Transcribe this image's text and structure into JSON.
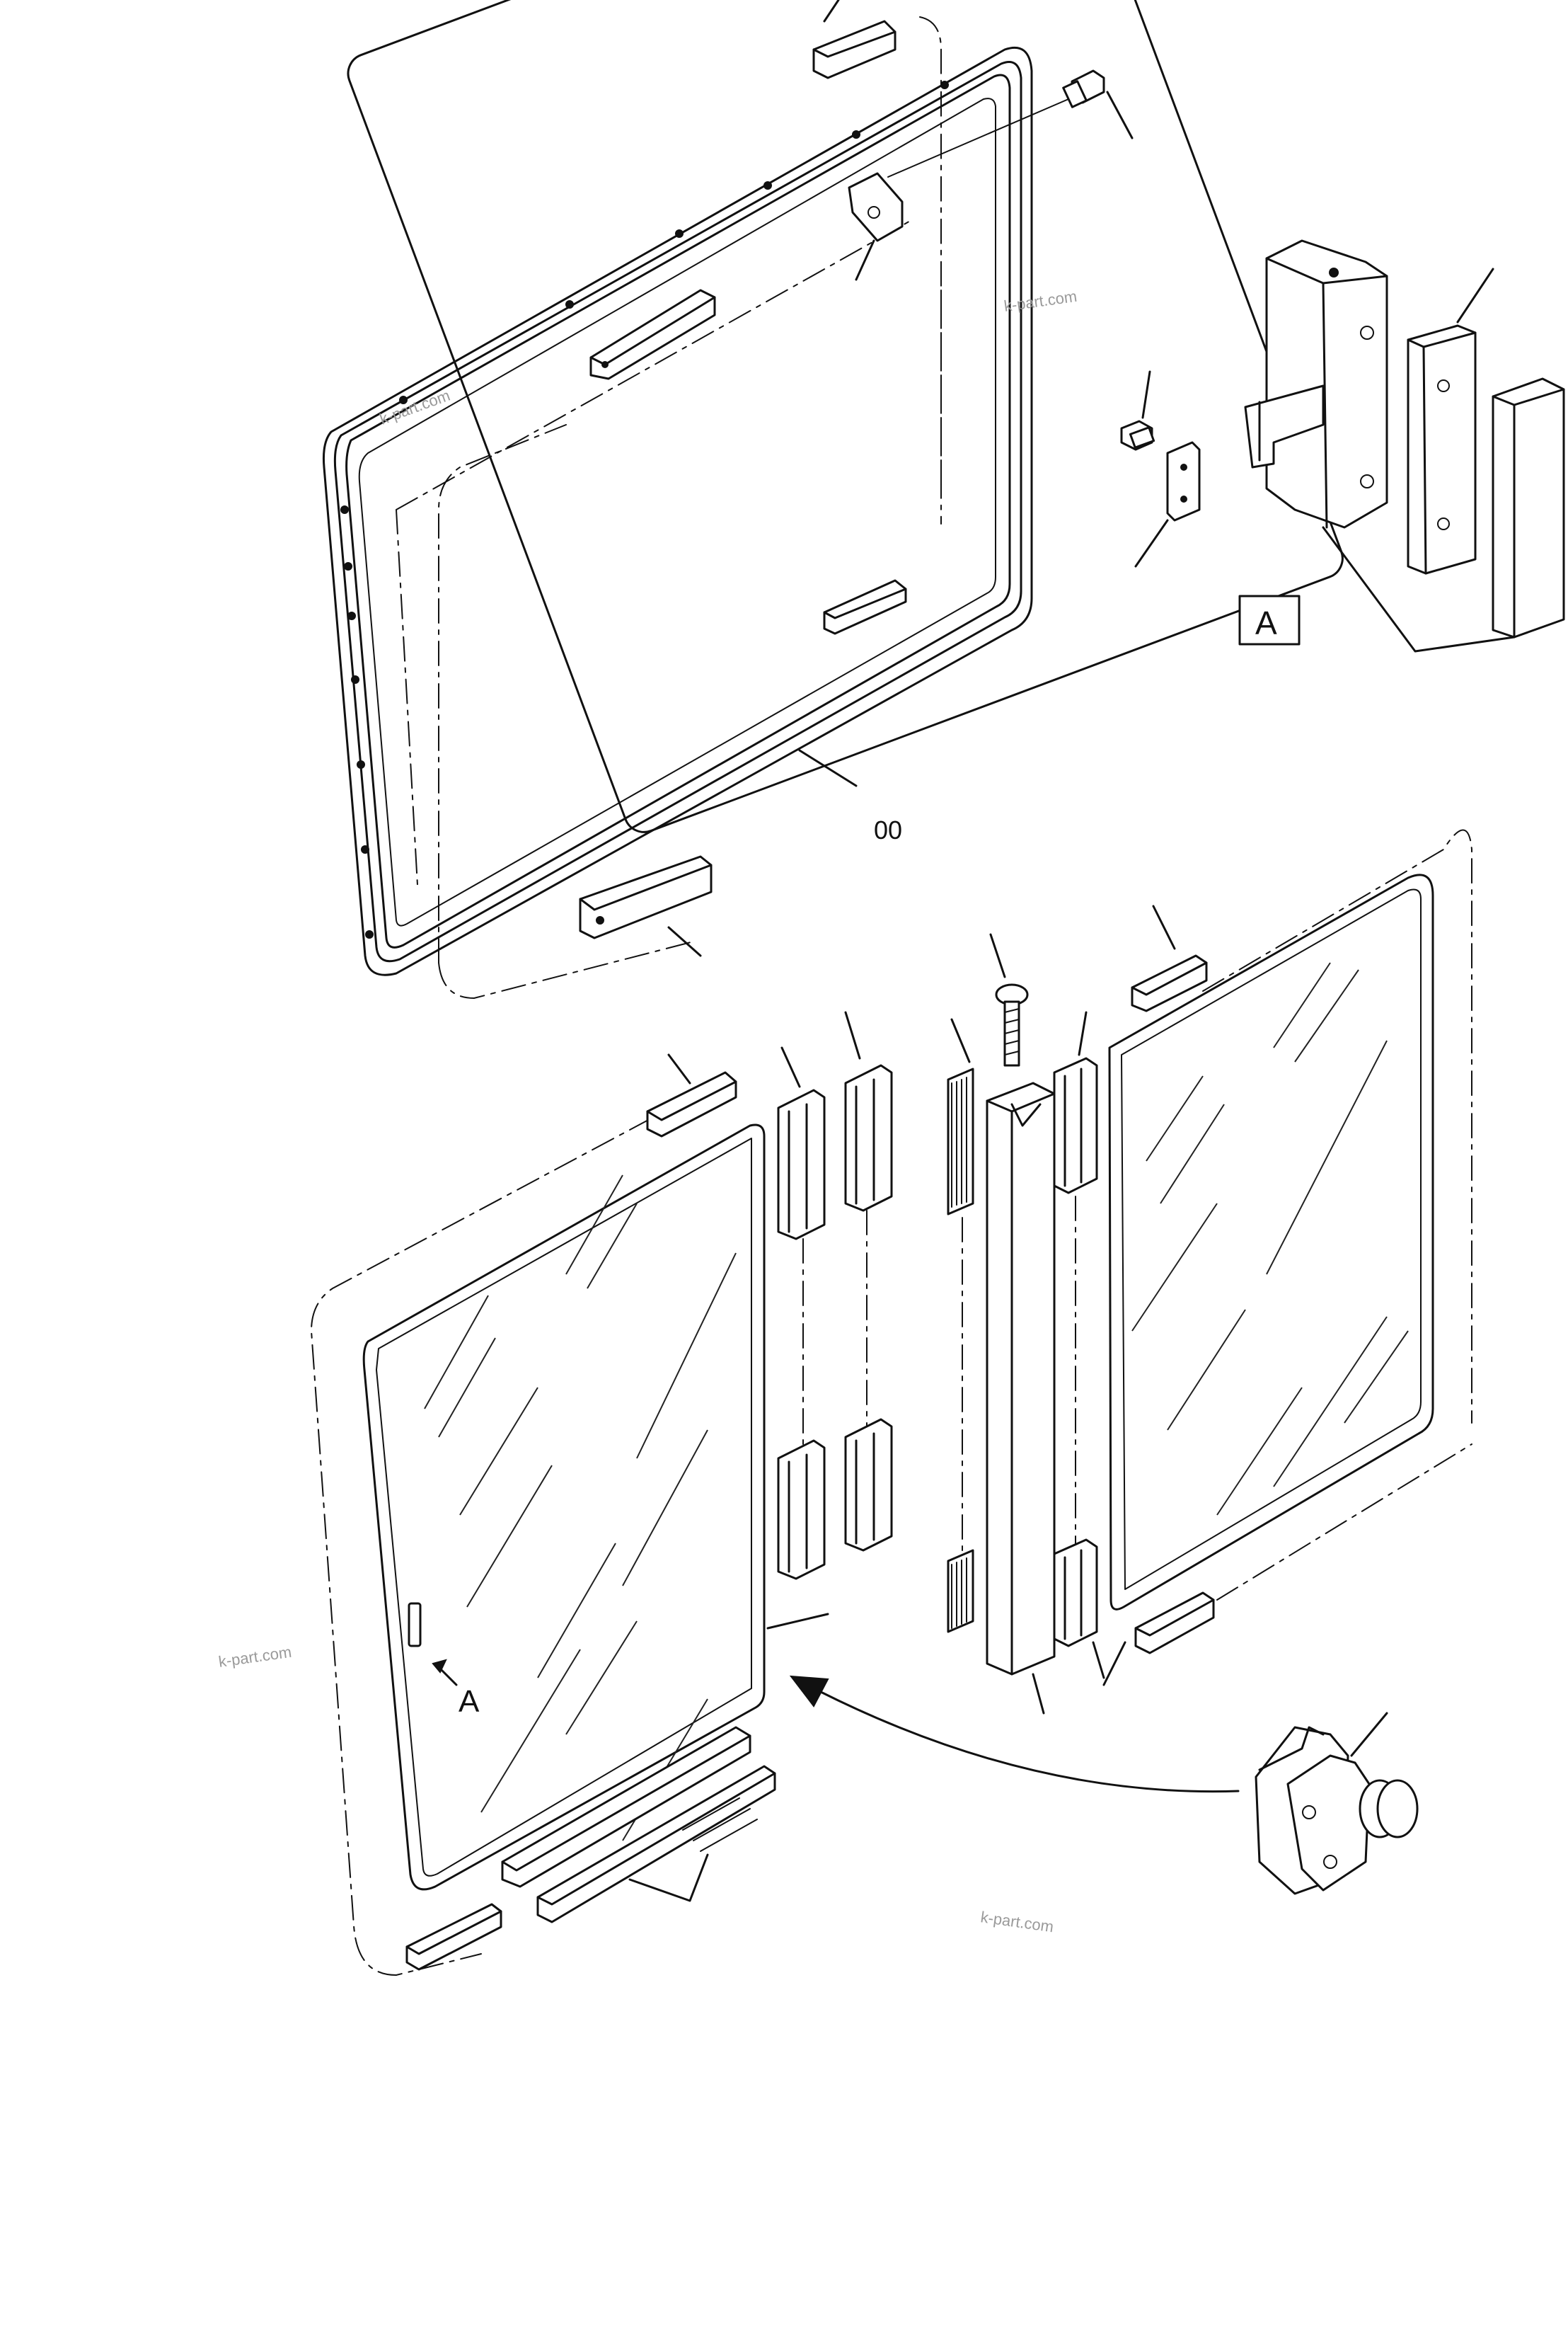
{
  "diagram": {
    "labels": {
      "assembly_number": "00",
      "detail_marker": "A",
      "detail_callout": "A"
    },
    "watermarks": [
      "k-part.com",
      "k-part.com",
      "k-part.com",
      "k-part.com"
    ],
    "colors": {
      "ink": "#111111",
      "background": "#ffffff",
      "watermark": "#9a9a9a"
    }
  }
}
